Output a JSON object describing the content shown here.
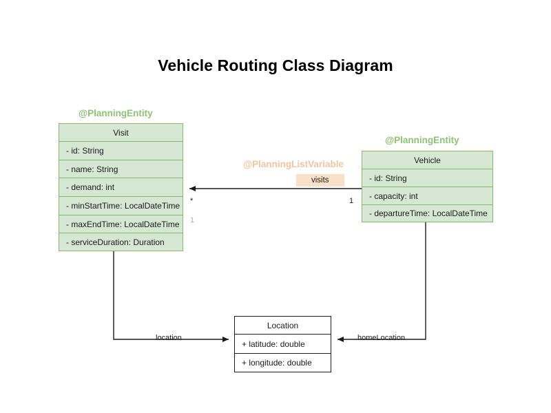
{
  "title": "Vehicle Routing Class Diagram",
  "colors": {
    "entity_fill": "#d6e8d3",
    "entity_stroke": "#86b96a",
    "annotation_green": "#8cc474",
    "annotation_peach": "#f2c5a0",
    "label_fill": "#fbe0c8",
    "plain_stroke": "#1a1a1a",
    "multiplicity_lilac": "#b9a5d4",
    "background": "#ffffff"
  },
  "classes": {
    "visit": {
      "annotation": "@PlanningEntity",
      "name": "Visit",
      "attributes": [
        "- id: String",
        "- name: String",
        "- demand: int",
        "- minStartTime: LocalDateTime",
        "- maxEndTime: LocalDateTime",
        "- serviceDuration: Duration"
      ]
    },
    "vehicle": {
      "annotation": "@PlanningEntity",
      "name": "Vehicle",
      "attributes": [
        "- id: String",
        "- capacity: int",
        "- departureTime: LocalDateTime"
      ]
    },
    "location": {
      "annotation": "",
      "name": "Location",
      "attributes": [
        "+ latitude: double",
        "+ longitude: double"
      ]
    }
  },
  "relations": {
    "visits": {
      "annotation": "@PlanningListVariable",
      "label": "visits",
      "source_multiplicity": "1",
      "target_multiplicity": "*"
    },
    "visit_location": {
      "label": "location",
      "multiplicity": "1"
    },
    "vehicle_home_location": {
      "label": "homeLocation"
    }
  }
}
